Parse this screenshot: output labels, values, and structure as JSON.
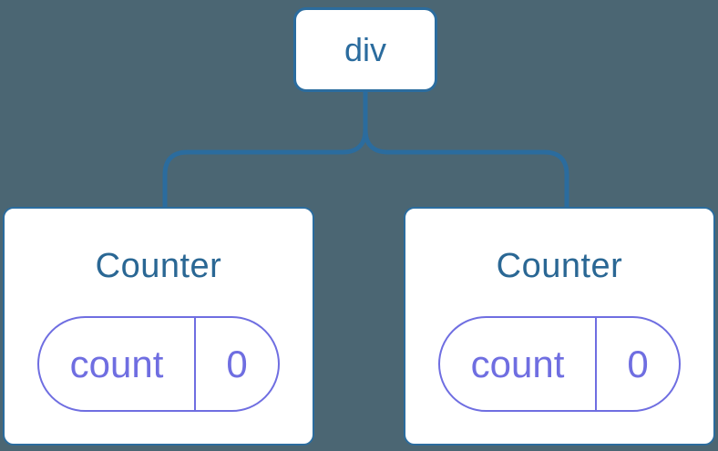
{
  "colors": {
    "background": "#4b6673",
    "blue": "#2b6c9e",
    "title-blue": "#2a6794",
    "purple": "#6f6ee1",
    "card-bg": "#ffffff"
  },
  "tree": {
    "root": {
      "label": "div"
    },
    "children": [
      {
        "title": "Counter",
        "state": {
          "key": "count",
          "value": "0"
        }
      },
      {
        "title": "Counter",
        "state": {
          "key": "count",
          "value": "0"
        }
      }
    ]
  }
}
